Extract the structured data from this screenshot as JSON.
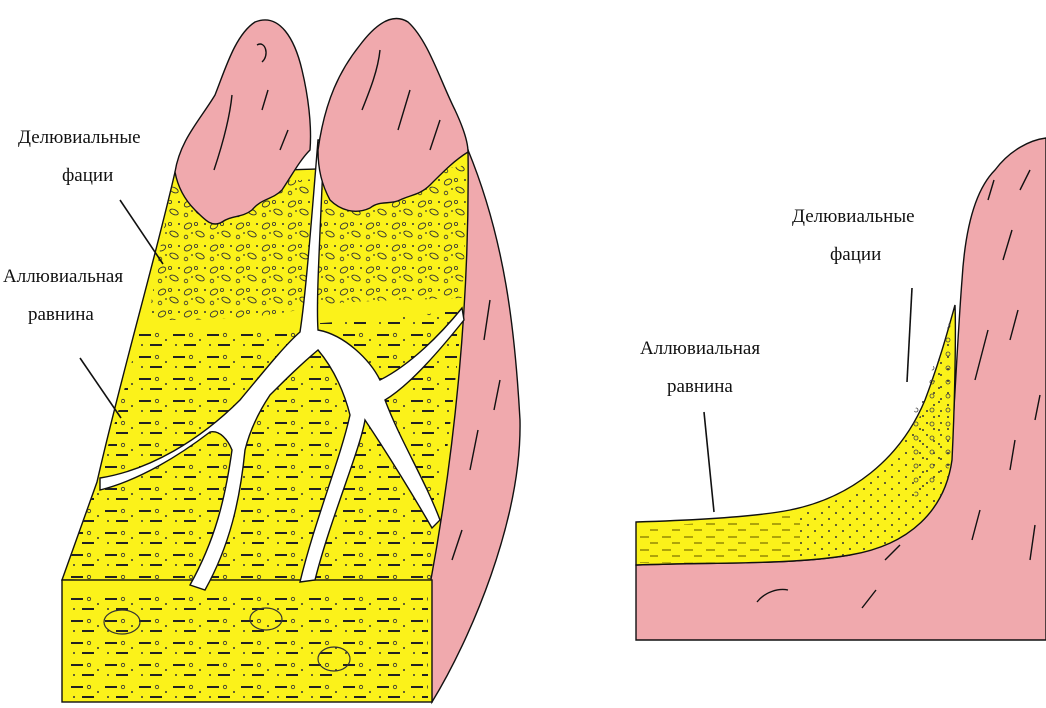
{
  "left_diagram": {
    "label_deluvial_line1": "Делювиальные",
    "label_deluvial_line2": "фации",
    "label_alluvial_line1": "Аллювиальная",
    "label_alluvial_line2": "равнина"
  },
  "right_diagram": {
    "label_deluvial_line1": "Делювиальные",
    "label_deluvial_line2": "фации",
    "label_alluvial_line1": "Аллювиальная",
    "label_alluvial_line2": "равнина"
  },
  "colors": {
    "bedrock": "#f0a9ad",
    "sediment": "#fbf21a",
    "outline": "#111111",
    "river": "#ffffff"
  }
}
